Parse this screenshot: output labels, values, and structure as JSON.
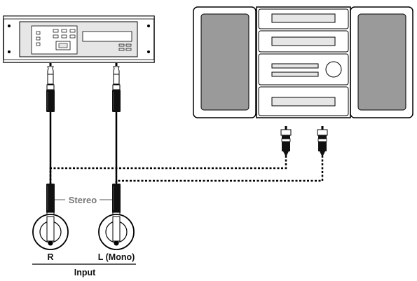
{
  "labels": {
    "stereo": "Stereo",
    "right": "R",
    "left_mono": "L (Mono)",
    "input": "Input"
  },
  "devices": {
    "rack_unit": "rack-mount-audio-device",
    "stereo_system": "mini-component-stereo-system"
  },
  "colors": {
    "line": "#000000",
    "panel_fill": "#e6e6e6",
    "speaker_fill": "#9a9a9a",
    "jack_body": "#111111",
    "stereo_label": "#777777"
  }
}
